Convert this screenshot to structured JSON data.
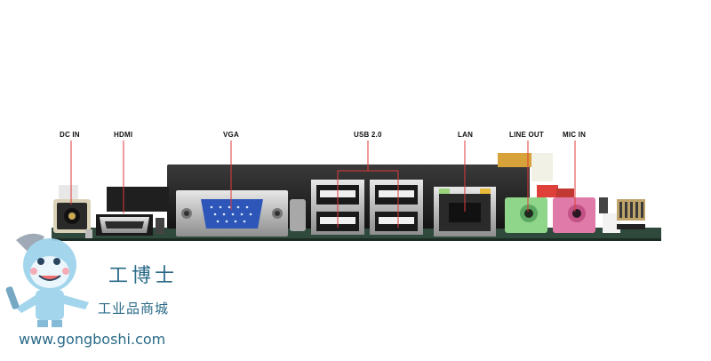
{
  "port_labels": {
    "dc_in": "DC IN",
    "hdmi": "HDMI",
    "vga": "VGA",
    "usb": "USB 2.0",
    "lan": "LAN",
    "line_out": "LINE OUT",
    "mic_in": "MIC IN"
  },
  "watermark": {
    "brand_cn": "工博士",
    "brand_sub": "工业品商城",
    "url": "www.gongboshi.com"
  },
  "colors": {
    "pcb": "#2f4a3c",
    "vga": "#2d56b8",
    "line_out": "#8fd68a",
    "mic_in": "#e07aa8",
    "leader": "#e23a3a",
    "brand": "#2a6a88"
  }
}
